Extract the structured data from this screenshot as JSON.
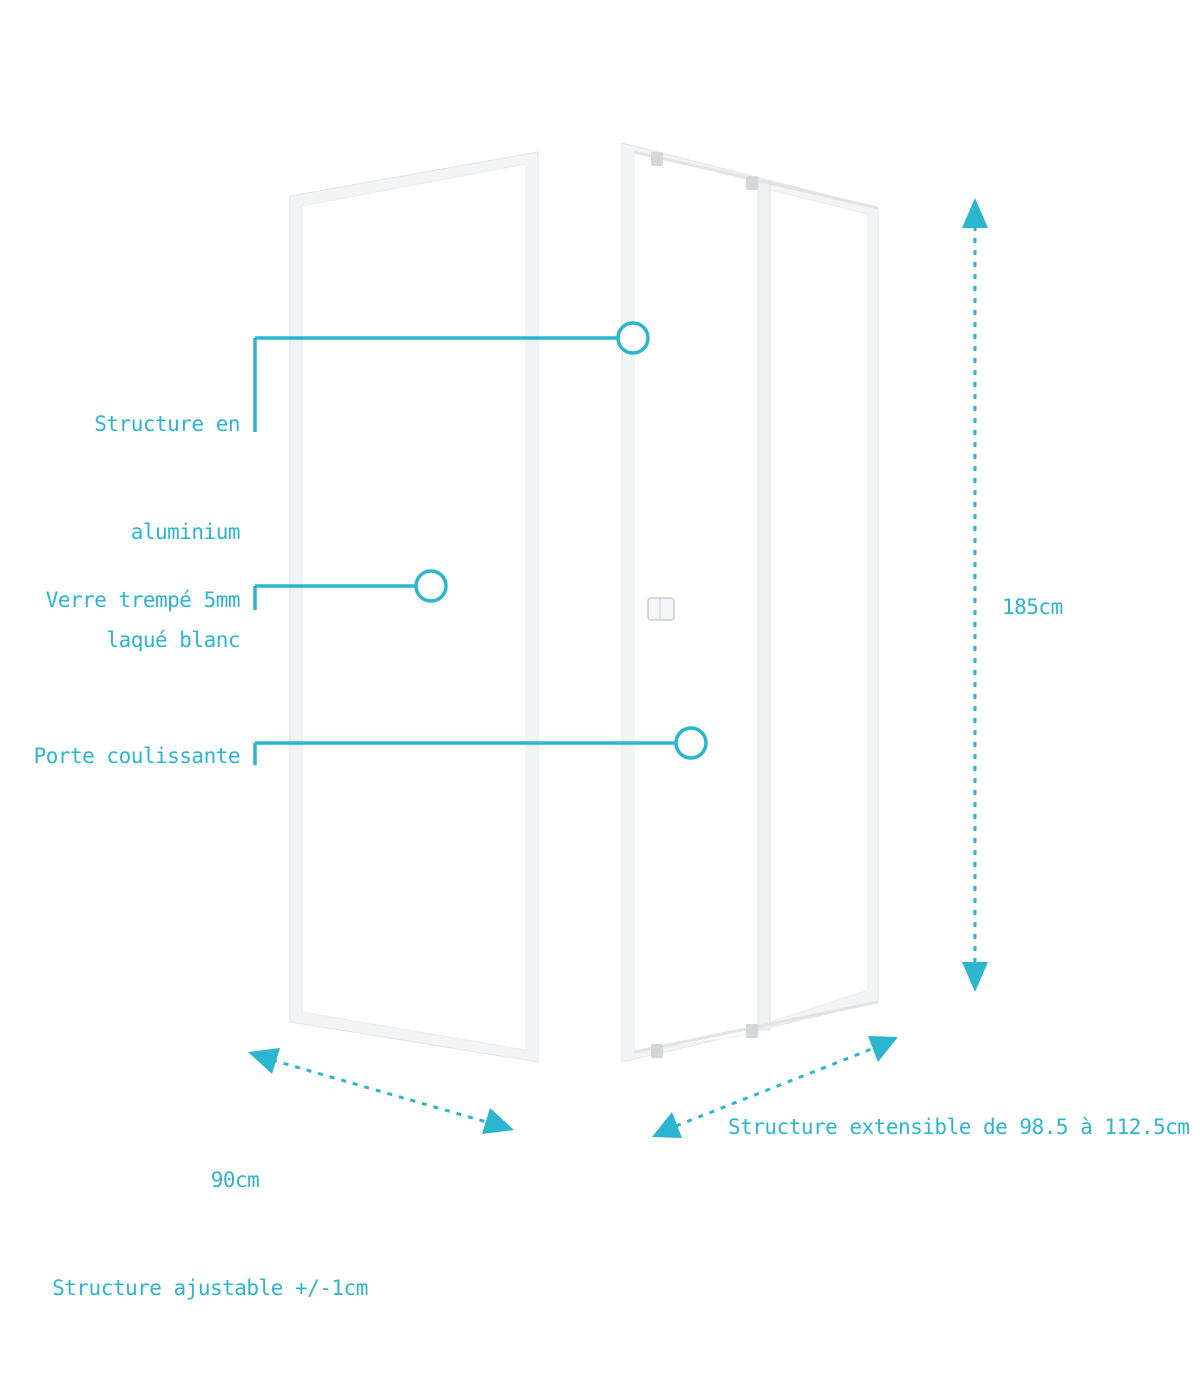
{
  "annotations": {
    "structure": {
      "line1": "Structure en",
      "line2": "aluminium",
      "line3": "laqué blanc"
    },
    "glass": "Verre trempé 5mm",
    "door": "Porte coulissante"
  },
  "dimensions": {
    "height": "185cm",
    "side_width": "90cm",
    "side_note": "Structure ajustable +/-1cm",
    "front_note": "Structure extensible de 98.5 à 112.5cm"
  },
  "colors": {
    "accent": "#2bb5cf",
    "frame": "#e4e6e8",
    "glass": "#ffffff"
  }
}
